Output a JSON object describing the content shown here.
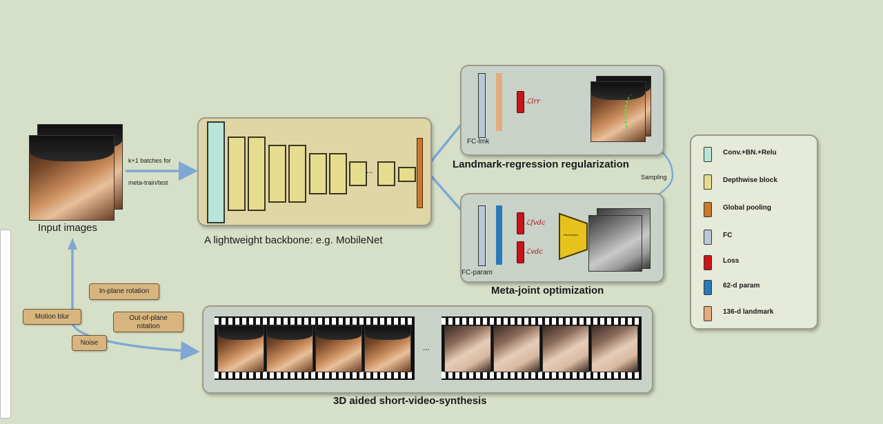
{
  "input": {
    "caption": "Input images"
  },
  "arrow_label": {
    "line1": "k+1 batches for",
    "line2": "meta-train/test"
  },
  "backbone": {
    "caption": "A lightweight backbone: e.g. MobileNet",
    "ellipsis": "..."
  },
  "landmark_panel": {
    "title": "Landmark-regression regularization",
    "fc_label": "FC-lmk",
    "loss_label": "ℒlrr"
  },
  "meta_panel": {
    "title": "Meta-joint optimization",
    "fc_label": "FC-param",
    "loss1": "ℒfvdc",
    "loss2": "ℒvdc",
    "decoder_label": "Reconstruct"
  },
  "sampling_label": "Sampling",
  "augment_tags": {
    "in_plane": "In-plane rotation",
    "motion_blur": "Motion blur",
    "out_of_plane_line1": "Out-of-plane",
    "out_of_plane_line2": "rotation",
    "noise": "Noise"
  },
  "video_panel": {
    "title": "3D aided short-video-synthesis",
    "ellipsis": "..."
  },
  "legend": [
    {
      "label": "Conv.+BN.+Relu",
      "color": "#b9e6da"
    },
    {
      "label": "Depthwise block",
      "color": "#e6dc8e"
    },
    {
      "label": "Global pooling",
      "color": "#c9782c"
    },
    {
      "label": "FC",
      "color": "#b9c7d6"
    },
    {
      "label": "Loss",
      "color": "#c8141b"
    },
    {
      "label": "62-d param",
      "color": "#2b78b8"
    },
    {
      "label": "136-d landmark",
      "color": "#e3ab7e"
    }
  ]
}
